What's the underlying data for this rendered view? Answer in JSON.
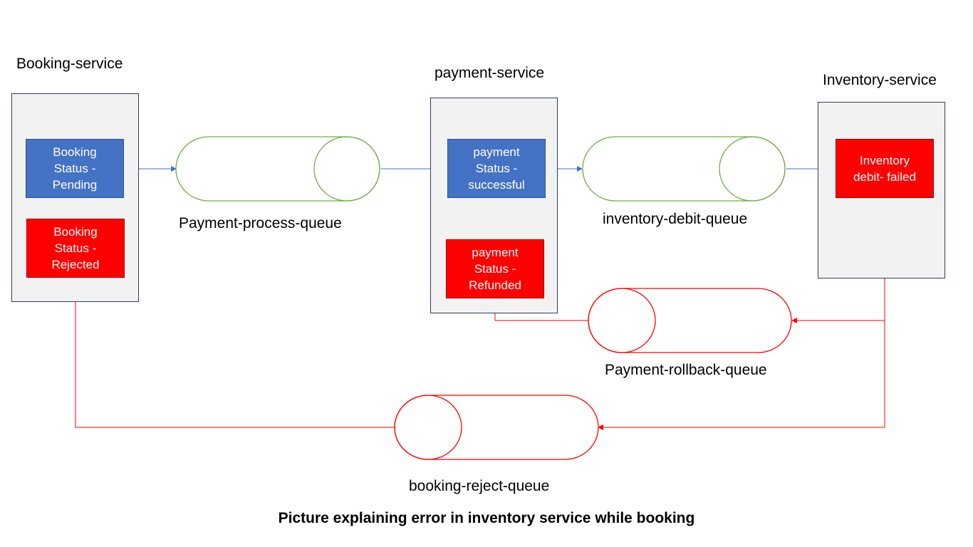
{
  "services": {
    "booking": {
      "title": "Booking-service",
      "status_pending": [
        "Booking",
        "Status -",
        "Pending"
      ],
      "status_rejected": [
        "Booking",
        "Status -",
        "Rejected"
      ]
    },
    "payment": {
      "title": "payment-service",
      "status_successful": [
        "payment",
        "Status -",
        "successful"
      ],
      "status_refunded": [
        "payment",
        "Status -",
        "Refunded"
      ]
    },
    "inventory": {
      "title": "Inventory-service",
      "status_failed": [
        "Inventory",
        "debit- failed"
      ]
    }
  },
  "queues": {
    "payment_process": "Payment-process-queue",
    "inventory_debit": "inventory-debit-queue",
    "payment_rollback": "Payment-rollback-queue",
    "booking_reject": "booking-reject-queue"
  },
  "caption": "Picture explaining error in inventory service while booking",
  "colors": {
    "success_flow": "#4472c4",
    "failure_flow": "#ff0000",
    "queue_normal": "#70ad47",
    "queue_error": "#ff0000"
  }
}
